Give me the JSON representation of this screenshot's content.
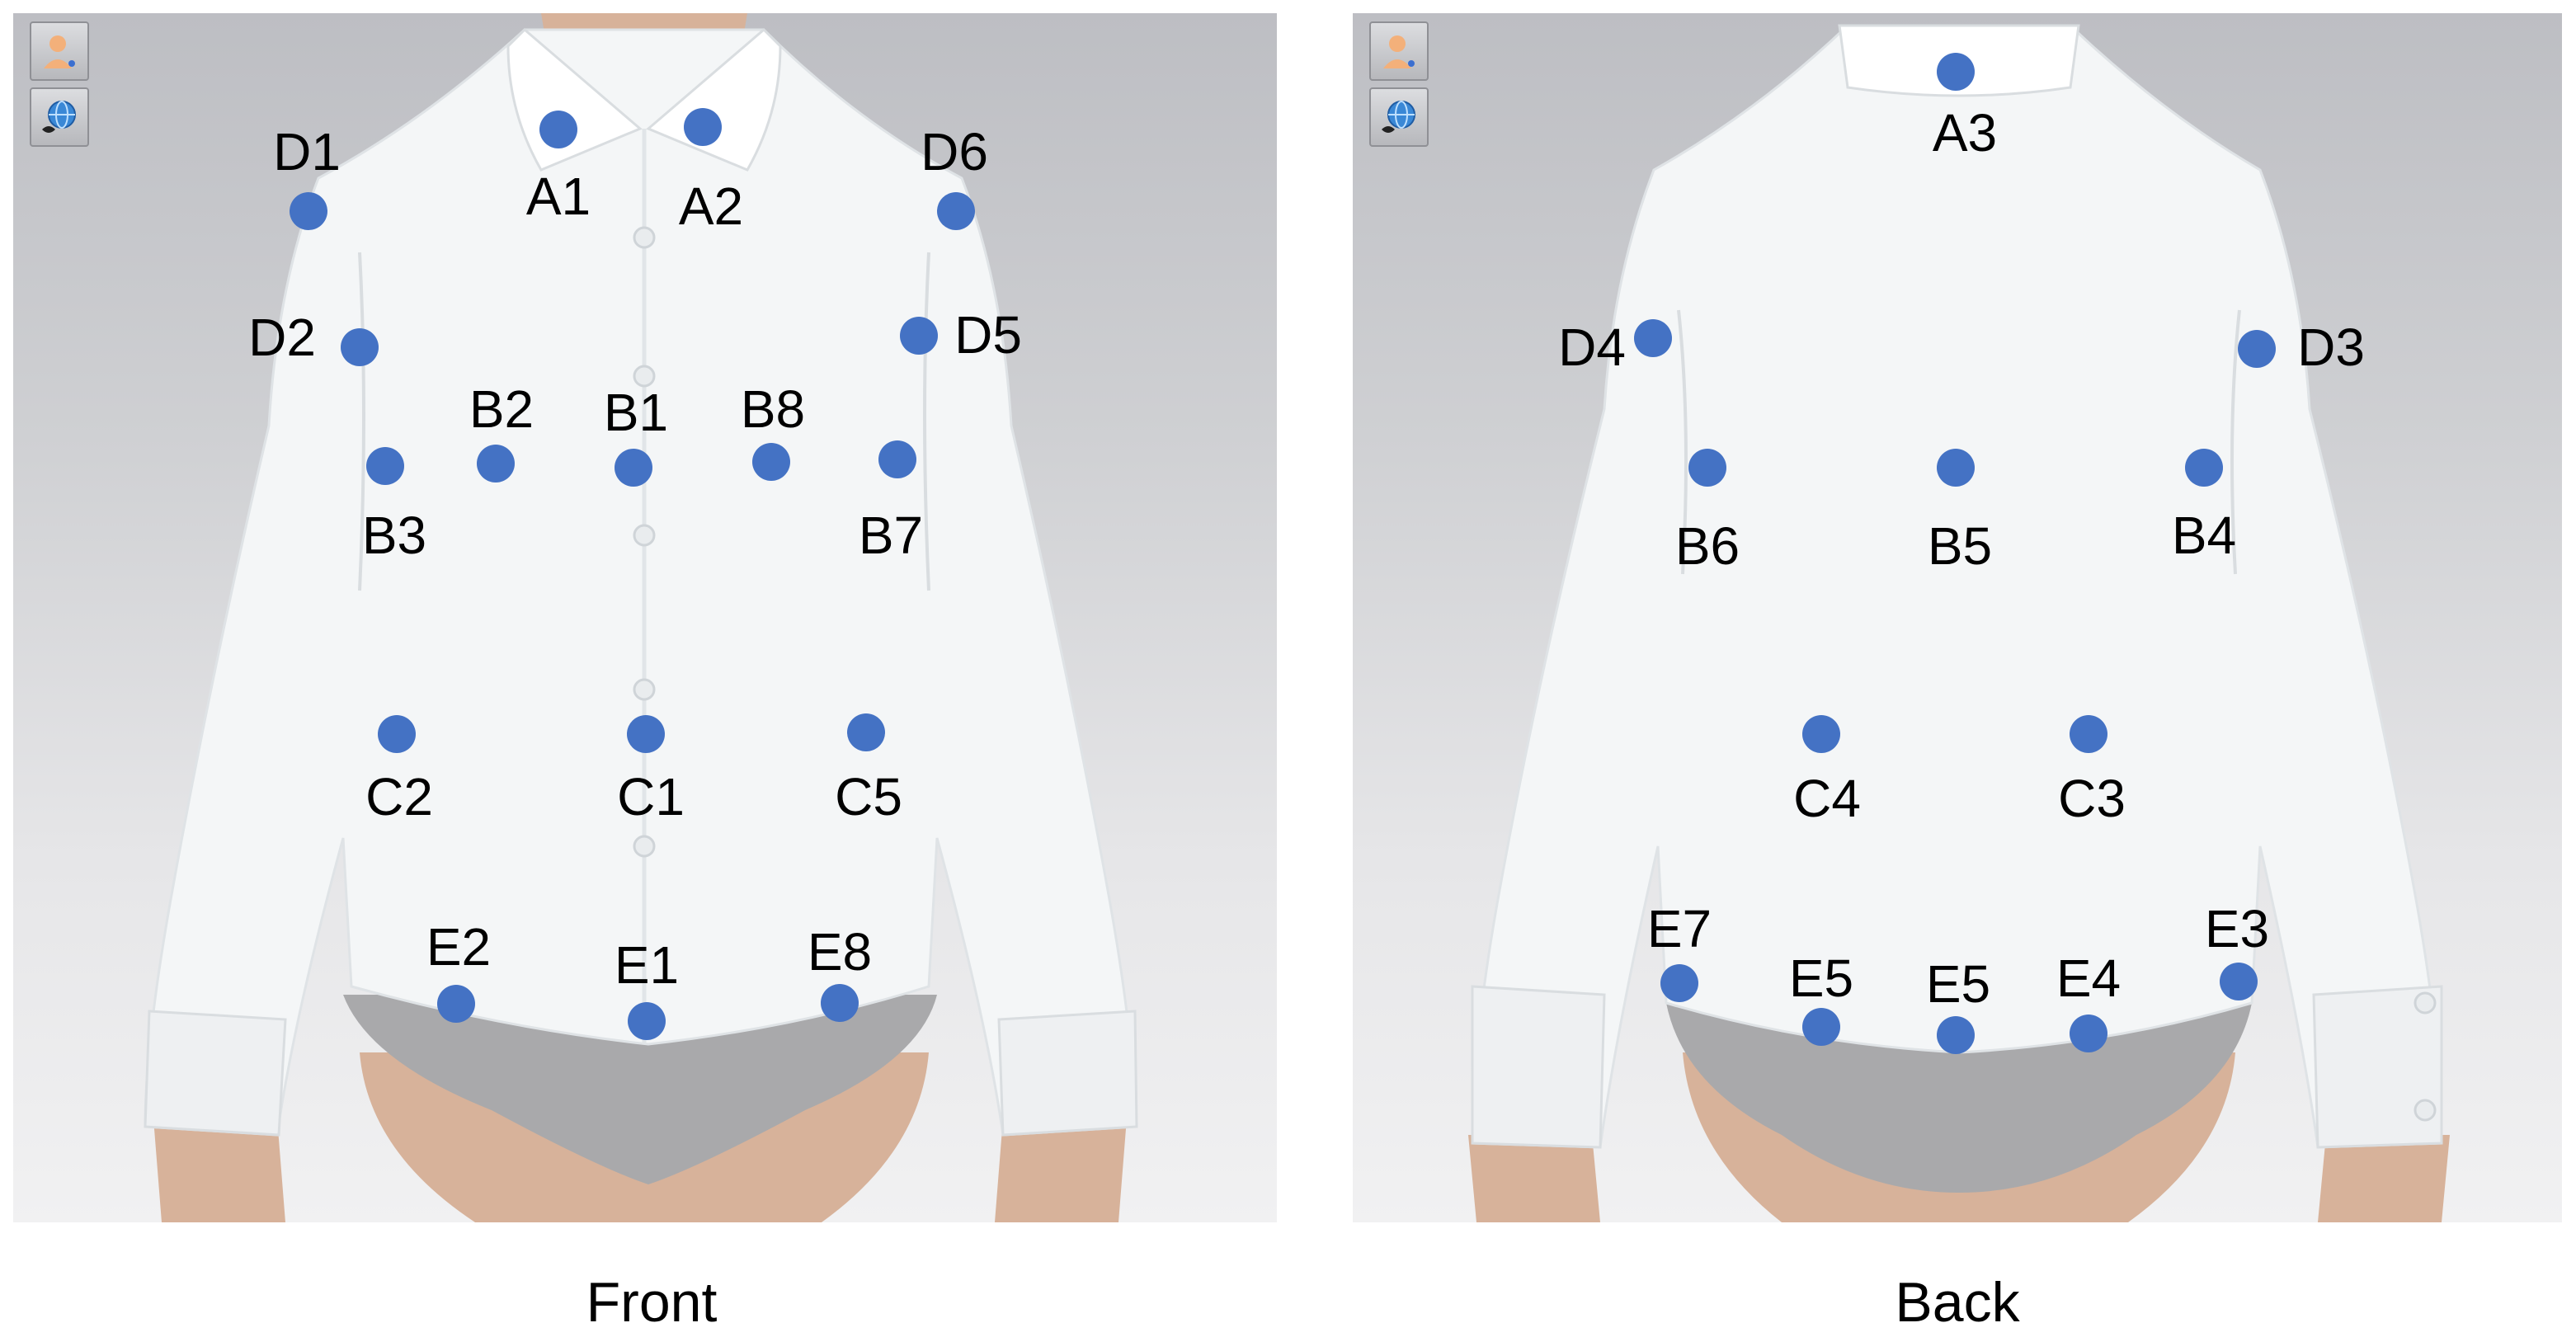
{
  "front": {
    "caption": "Front",
    "markers": [
      {
        "id": "A1",
        "label": "A1"
      },
      {
        "id": "A2",
        "label": "A2"
      },
      {
        "id": "D1",
        "label": "D1"
      },
      {
        "id": "D6",
        "label": "D6"
      },
      {
        "id": "D2",
        "label": "D2"
      },
      {
        "id": "D5",
        "label": "D5"
      },
      {
        "id": "B2",
        "label": "B2"
      },
      {
        "id": "B1",
        "label": "B1"
      },
      {
        "id": "B8",
        "label": "B8"
      },
      {
        "id": "B3",
        "label": "B3"
      },
      {
        "id": "B7",
        "label": "B7"
      },
      {
        "id": "C2",
        "label": "C2"
      },
      {
        "id": "C1",
        "label": "C1"
      },
      {
        "id": "C5",
        "label": "C5"
      },
      {
        "id": "E2",
        "label": "E2"
      },
      {
        "id": "E1",
        "label": "E1"
      },
      {
        "id": "E8",
        "label": "E8"
      }
    ]
  },
  "back": {
    "caption": "Back",
    "markers": [
      {
        "id": "A3",
        "label": "A3"
      },
      {
        "id": "D4",
        "label": "D4"
      },
      {
        "id": "D3",
        "label": "D3"
      },
      {
        "id": "B6",
        "label": "B6"
      },
      {
        "id": "B5",
        "label": "B5"
      },
      {
        "id": "B4",
        "label": "B4"
      },
      {
        "id": "C4",
        "label": "C4"
      },
      {
        "id": "C3",
        "label": "C3"
      },
      {
        "id": "E7",
        "label": "E7"
      },
      {
        "id": "E5a",
        "label": "E5"
      },
      {
        "id": "E5b",
        "label": "E5"
      },
      {
        "id": "E4",
        "label": "E4"
      },
      {
        "id": "E3",
        "label": "E3"
      }
    ]
  },
  "toolbar": {
    "avatar_icon": "avatar-icon",
    "globe_icon": "globe-view-icon"
  },
  "colors": {
    "marker": "#4472c4",
    "shirt": "#f4f6f7",
    "underwear": "#a9a9ab",
    "skin": "#d7b29a",
    "background_top": "#bdbec3",
    "background_bottom": "#f1f1f2"
  }
}
